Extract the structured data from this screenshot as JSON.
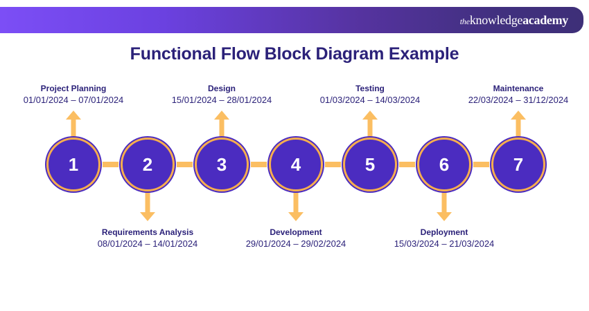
{
  "header": {
    "logo": {
      "prefix": "the",
      "word1": "knowledge",
      "word2": "academy"
    },
    "gradient_from": "#7c4ef6",
    "gradient_to": "#3e2f78"
  },
  "title": "Functional Flow Block Diagram Example",
  "colors": {
    "node_fill": "#4b2cc0",
    "node_ring": "#f7ae4e",
    "connector": "#fbbe62",
    "text": "#2b2179",
    "background": "#ffffff"
  },
  "diagram": {
    "type": "functional-flow-block-diagram",
    "node_count": 7,
    "nodes": [
      {
        "number": "1",
        "name": "Project Planning",
        "dates": "01/01/2024 – 07/01/2024",
        "position": "above"
      },
      {
        "number": "2",
        "name": "Requirements Analysis",
        "dates": "08/01/2024 – 14/01/2024",
        "position": "below"
      },
      {
        "number": "3",
        "name": "Design",
        "dates": "15/01/2024 – 28/01/2024",
        "position": "above"
      },
      {
        "number": "4",
        "name": "Development",
        "dates": "29/01/2024 – 29/02/2024",
        "position": "below"
      },
      {
        "number": "5",
        "name": "Testing",
        "dates": "01/03/2024 – 14/03/2024",
        "position": "above"
      },
      {
        "number": "6",
        "name": "Deployment",
        "dates": "15/03/2024 – 21/03/2024",
        "position": "below"
      },
      {
        "number": "7",
        "name": "Maintenance",
        "dates": "22/03/2024 – 31/12/2024",
        "position": "above"
      }
    ]
  }
}
